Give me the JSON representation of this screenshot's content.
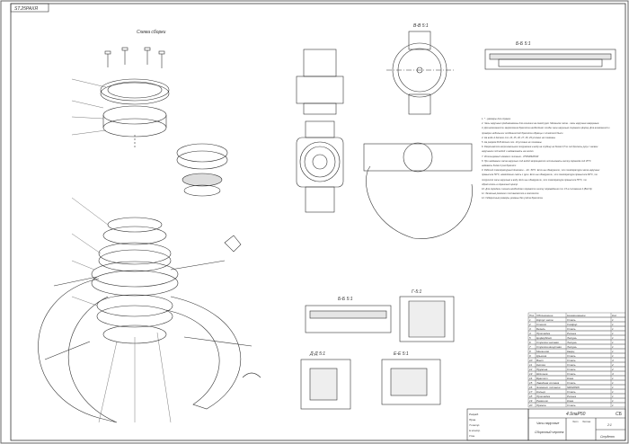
{
  "stamp": "ST.25РАХЯ",
  "assembly_title": "Схема сборки",
  "sections": {
    "bb": "Б-Б 5:1",
    "vv": "В-В 5:1",
    "bb2": "Б-Б 5:1",
    "g": "Г-5:1",
    "dd": "Д-Д 5:1",
    "ee": "Е-Е 5:1"
  },
  "notes": [
    "1. * - размеры для справок",
    "2. Часы наручные предназначены для ношения на левой руке. Механизм часов - часы наручные кварцевые.",
    "3. Для возможности закрепления браслета необходимо чтобы часы наручные сохраняли форму. Для возможности",
    "   проверки небольших особенностей браслета образцы с отметкой были",
    "4. На виде А детали поз. 24, 25, 26, 27, 28, 29 условно не показаны",
    "5. На разрезе В-В детали поз. 24 условно не показаны",
    "6. Разрешается непроизвольное погружение в воду на глубину не более 0,5 м. Не бросать руку с часами",
    "   наручными под водой и надавливать на кнопки",
    "7. Используемый элемент питания - 370/SR920SW",
    "8. При надевании часов наручных под водой запрещается использовать кнопку перевода под 35°С",
    "   надевать более 4 раз браслет",
    "9. Рабочий температурный диапазон - -10...50°С. Если вы обнаружили, что температура часов наручных",
    "   превысила 50°С, немедленно снять с руки. Если вы обнаружили, что температура превысила 60°С, то",
    "   погрузите часы наручные в воду. Если вы обнаружили, что температура превысила 55°С, то",
    "   обратитесь в сервисный центр.",
    "10. Для передачи сигнала необходимо перевести кнопку переведения поз. 15 в положение 2 (Вид Б).",
    "11. Запасные ремешки поставляются в комплекте.",
    "12. Габаритные размеры указаны без учёта браслета."
  ],
  "title_block": {
    "designation": "4.9лаР50",
    "doc_type": "СБ",
    "name_line1": "Часы наручные",
    "name_line2": "Сборочный чертеж",
    "organization": "Студент",
    "scale": "2:1",
    "sheet_label": "Лист",
    "sheets_label": "Листов",
    "roles": [
      "Разраб.",
      "Пров.",
      "Т.контр.",
      "Н.контр.",
      "Утв."
    ]
  },
  "spec_table": {
    "header": [
      "Поз.",
      "Обозначение",
      "Наименование",
      "Кол."
    ],
    "rows": [
      [
        "1",
        "Корпус часов",
        "Сталь",
        "1"
      ],
      [
        "2",
        "Стекло",
        "Сапфир",
        "1"
      ],
      [
        "3",
        "Безель",
        "Сталь",
        "1"
      ],
      [
        "4",
        "Прокладка",
        "Резина",
        "1"
      ],
      [
        "5",
        "Циферблат",
        "Латунь",
        "1"
      ],
      [
        "6",
        "Стрелка часовая",
        "Латунь",
        "1"
      ],
      [
        "7",
        "Стрелка минутная",
        "Латунь",
        "1"
      ],
      [
        "8",
        "Механизм",
        "Кварц",
        "1"
      ],
      [
        "9",
        "Крышка",
        "Сталь",
        "1"
      ],
      [
        "10",
        "Винт",
        "Сталь",
        "4"
      ],
      [
        "11",
        "Кнопка",
        "Сталь",
        "2"
      ],
      [
        "12",
        "Пружина",
        "Сталь",
        "2"
      ],
      [
        "13",
        "Шпилька",
        "Сталь",
        "4"
      ],
      [
        "14",
        "Браслет",
        "Кожа",
        "1"
      ],
      [
        "15",
        "Заводная головка",
        "Сталь",
        "1"
      ],
      [
        "16",
        "Элемент питания",
        "SR920SW",
        "1"
      ],
      [
        "17",
        "Кольцо",
        "Сталь",
        "1"
      ],
      [
        "18",
        "Прокладка",
        "Резина",
        "1"
      ],
      [
        "19",
        "Ремешок",
        "Кожа",
        "1"
      ],
      [
        "20",
        "Пряжка",
        "Сталь",
        "1"
      ]
    ]
  }
}
